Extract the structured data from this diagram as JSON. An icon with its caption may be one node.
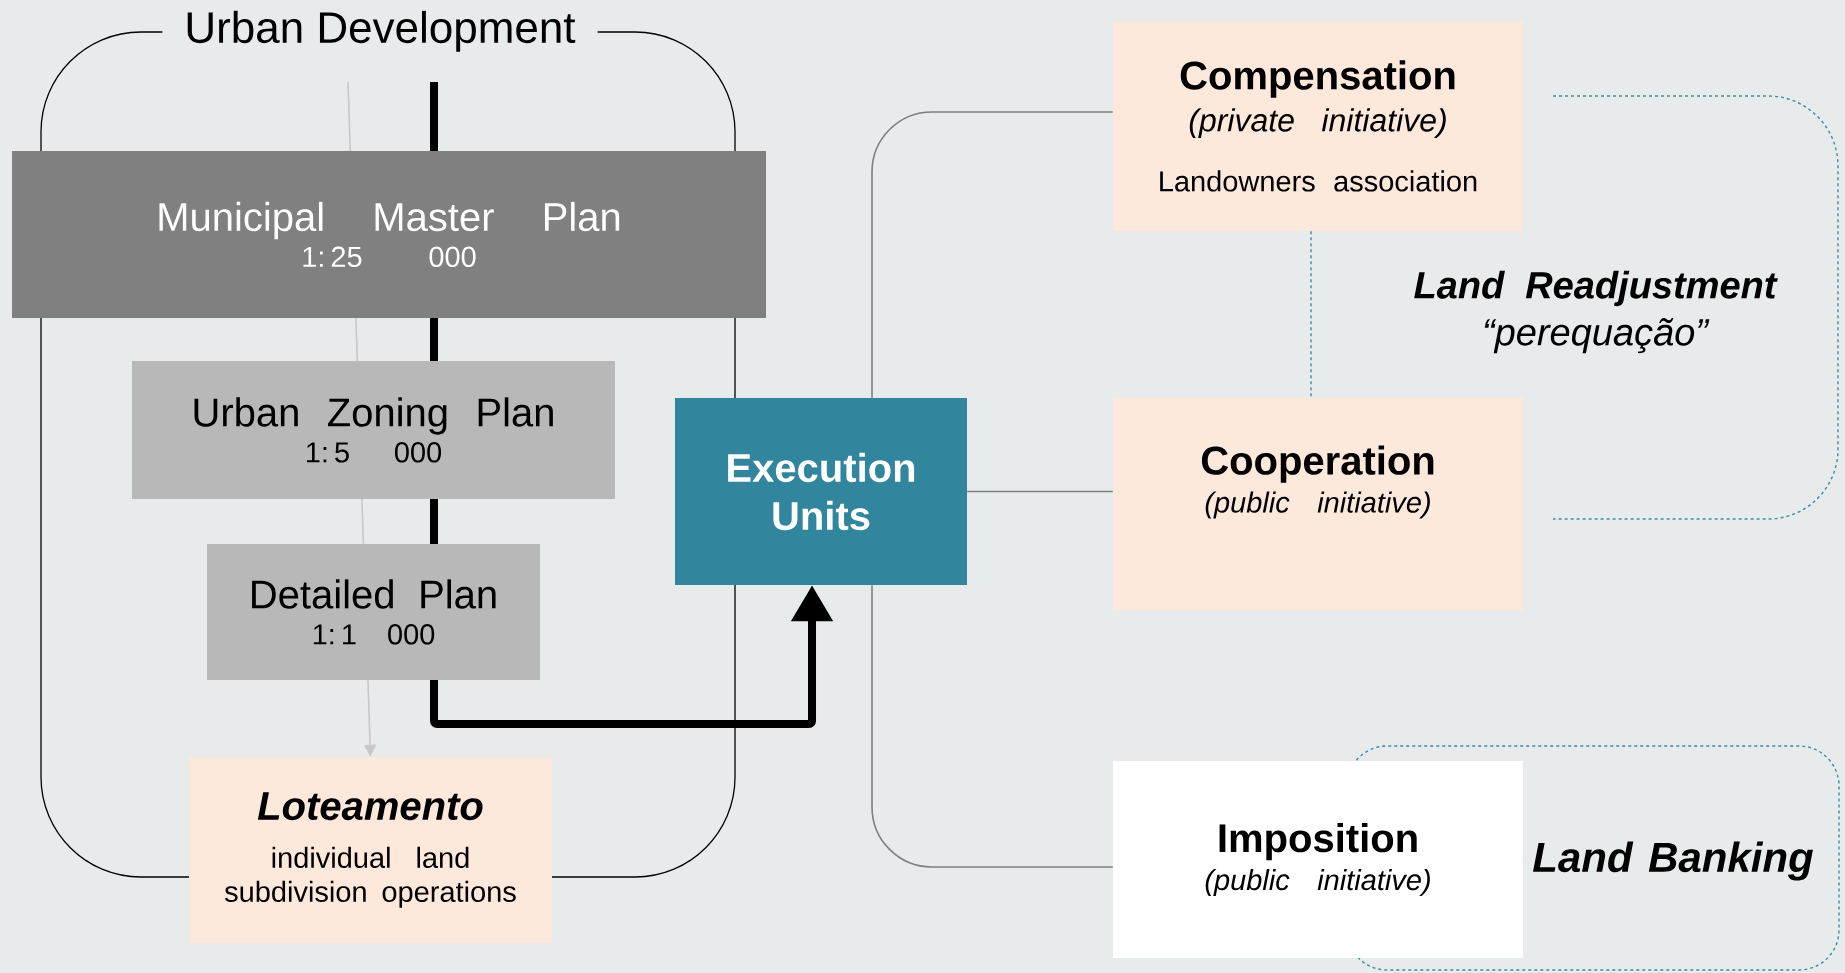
{
  "diagram": {
    "nodes": [
      {
        "text": [
          "Urban Development"
        ]
      },
      {
        "text": [
          "Municipal Master Plan",
          "1: 25 000"
        ]
      },
      {
        "text": [
          "Urban Zoning Plan",
          "1: 5 000"
        ],
        "in": 0
      },
      {
        "text": [
          "Detailed Plan",
          "1: 1 000"
        ],
        "in": 0
      },
      {
        "text": [
          "Loteamento",
          "individual land subdivision operations"
        ]
      },
      {
        "text": [
          "Execution Units"
        ]
      },
      {
        "text": [
          "Compensation",
          "(private initiative)",
          "Landowners association"
        ]
      },
      {
        "text": [
          "Cooperation",
          "(public initiative)"
        ]
      },
      {
        "text": [
          "Imposition",
          "(public initiative)"
        ]
      },
      {
        "text": [
          "Land Readjustment",
          "“perequação”"
        ]
      },
      {
        "text": [
          "Land Banking"
        ]
      }
    ],
    "edges": [
      {
        "from": null,
        "to": 4,
        "arrow": "to",
        "color": "#c8c8c8"
      },
      {
        "from": null,
        "to": 5,
        "arrow": "to",
        "style": "thick",
        "color": "#000000"
      },
      {
        "from": 5,
        "to": 6,
        "arrow": "none"
      },
      {
        "from": 5,
        "to": 7,
        "arrow": "none"
      },
      {
        "from": 5,
        "to": 8,
        "arrow": "none"
      },
      {
        "from": 6,
        "to": 7,
        "arrow": "none",
        "style": "dashed",
        "color": "#3a8ea5"
      }
    ]
  }
}
